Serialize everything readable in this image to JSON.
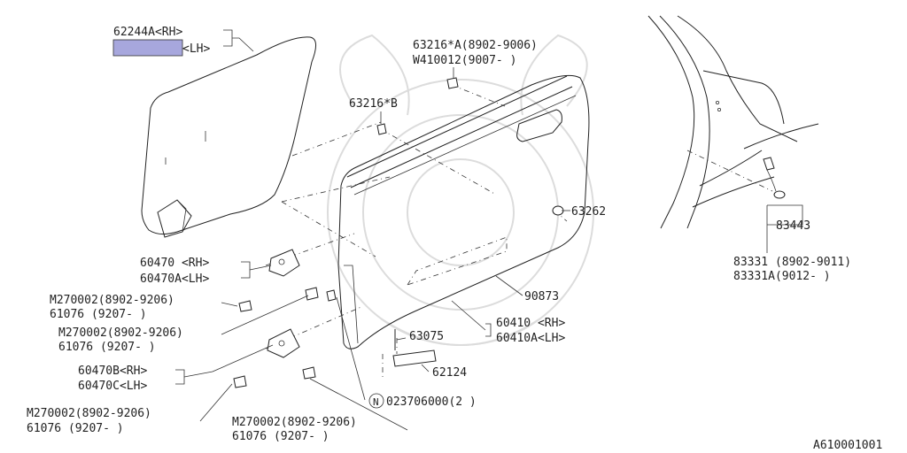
{
  "diagram_id": "A610001001",
  "callouts": {
    "trim_panel": {
      "part_rh": "62244A<RH>",
      "part_lh": "<LH>"
    },
    "weatherstrip_clip": {
      "line1": "63216*A(8902-9006)",
      "line2": "W410012(9007-    )"
    },
    "clip_b": "63216*B",
    "plug": "63262",
    "switch": {
      "part": "83443",
      "line1": "83331 (8902-9011)",
      "line2": "83331A(9012-    )"
    },
    "upper_hinge": {
      "rh": "60470 <RH>",
      "lh": "60470A<LH>"
    },
    "lower_hinge": {
      "rh": "60470B<RH>",
      "lh": "60470C<LH>"
    },
    "bolt_1": {
      "line1": "M270002(8902-9206)",
      "line2": "61076  (9207-    )"
    },
    "bolt_2": {
      "line1": "M270002(8902-9206)",
      "line2": "61076  (9207-    )"
    },
    "bolt_3": {
      "line1": "M270002(8902-9206)",
      "line2": "61076  (9207-    )"
    },
    "bolt_4": {
      "line1": "M270002(8902-9206)",
      "line2": "61076  (9207-    )"
    },
    "insulator": "90873",
    "door_panel": {
      "rh": "60410 <RH>",
      "lh": "60410A<LH>"
    },
    "pin": "63075",
    "checker": "62124",
    "nut": {
      "symbol": "N",
      "text": "023706000(2 )"
    }
  }
}
